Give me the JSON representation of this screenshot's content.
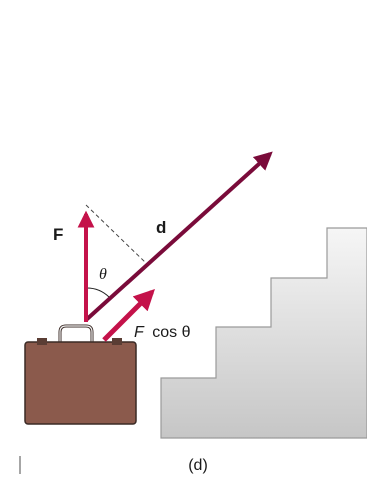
{
  "figure": {
    "panel_label": "(d)"
  },
  "labels": {
    "force": "F",
    "displacement": "d",
    "angle": "θ",
    "component_prefix": "F",
    "component_suffix": "cos θ"
  },
  "colors": {
    "force_arrow": "#c4124a",
    "displacement_arrow": "#7a0b3a",
    "briefcase": "#8b5a4c",
    "briefcase_outline": "#3a2a25",
    "stairs_top": "#f4f4f4",
    "stairs_bottom": "#c8c8c8",
    "stairs_outline": "#9a9a9a"
  }
}
